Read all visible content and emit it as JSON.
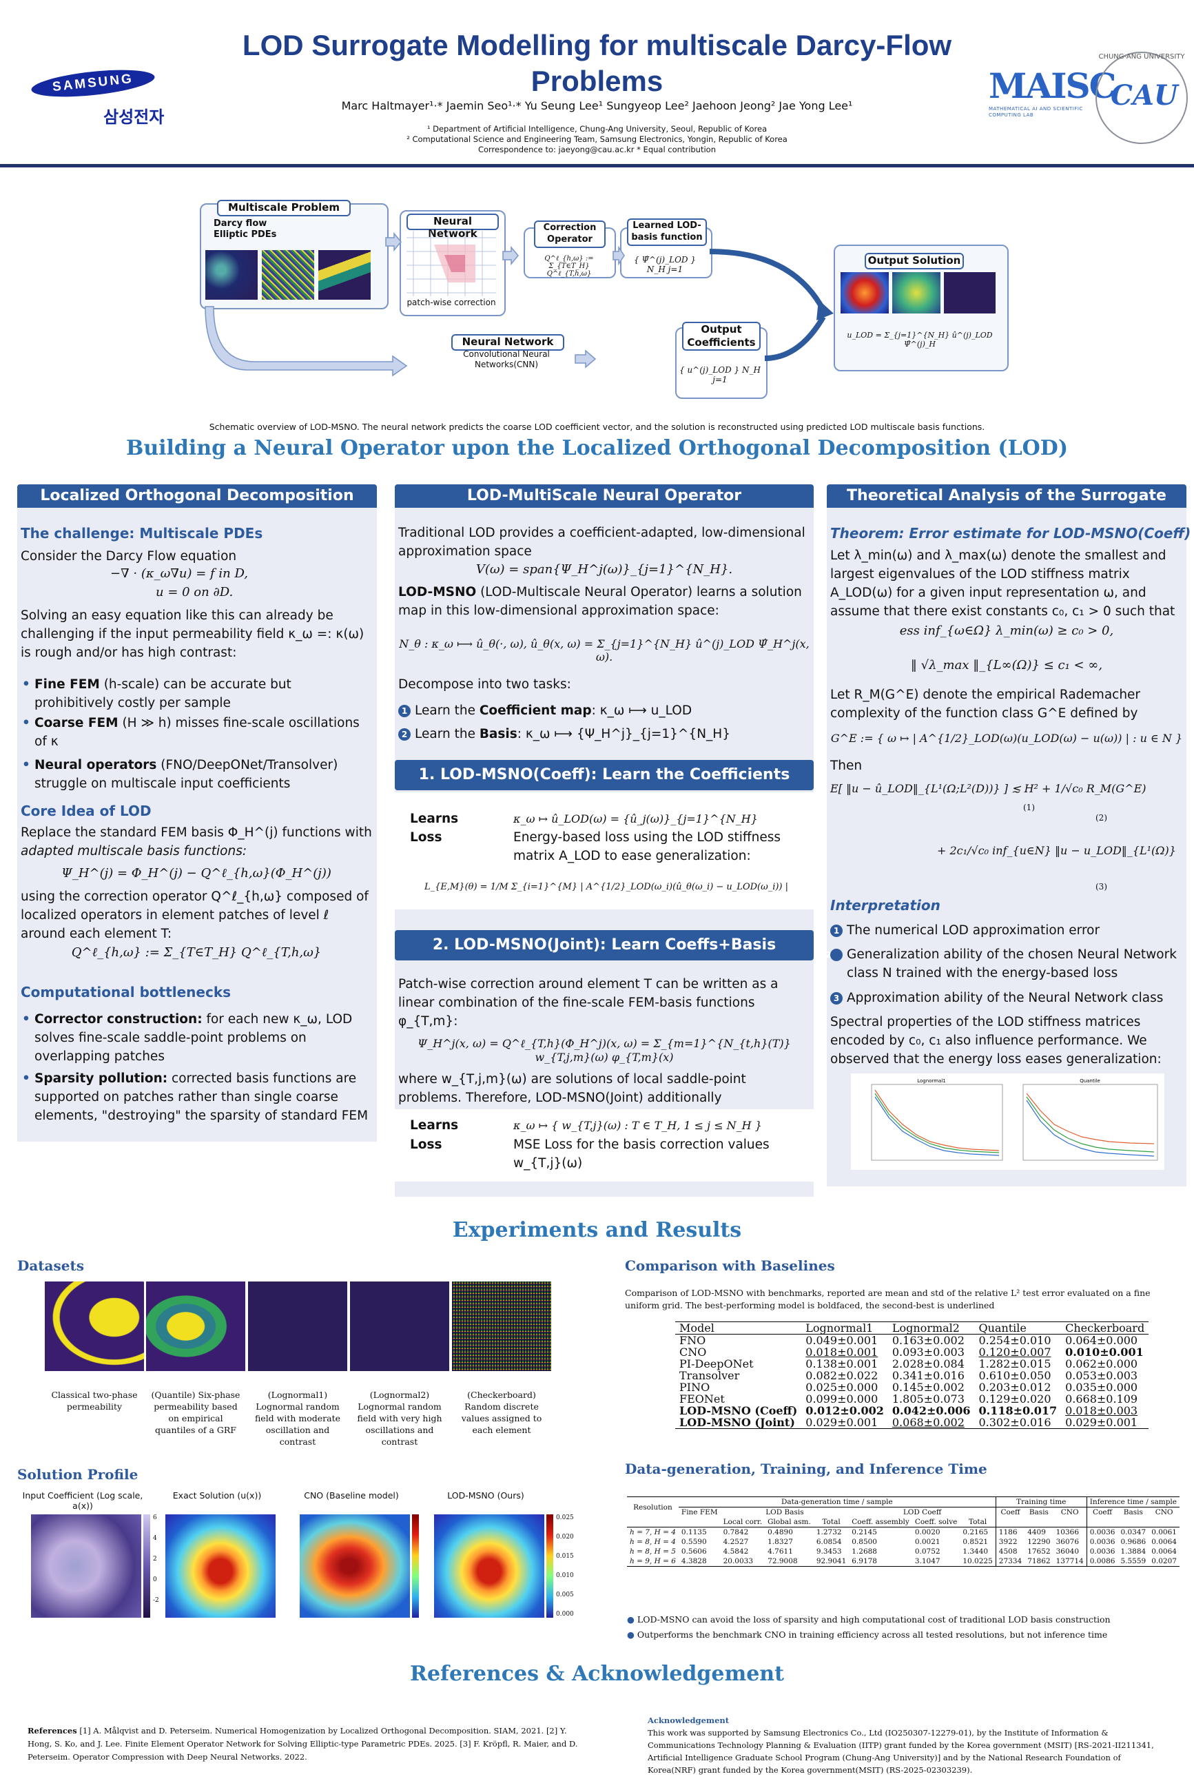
{
  "header": {
    "title": "LOD Surrogate Modelling for multiscale Darcy-Flow Problems",
    "authors": "Marc Haltmayer¹·* Jaemin Seo¹·* Yu Seung Lee¹ Sungyeop Lee² Jaehoon Jeong² Jae Yong Lee¹",
    "affil1": "¹ Department of Artificial Intelligence, Chung-Ang University, Seoul, Republic of Korea",
    "affil2": "² Computational Science and Engineering Team, Samsung Electronics, Yongin, Republic of Korea",
    "affil3": "Correspondence to: jaeyong@cau.ac.kr   * Equal contribution",
    "logo_samsung": "SAMSUNG",
    "logo_samsung_kr": "삼성전자",
    "logo_maisc": "MAISC",
    "logo_maisc_sub": "MATHEMATICAL AI AND SCIENTIFIC COMPUTING LAB",
    "logo_cau": "CAU",
    "logo_cau_ring": "CHUNG-ANG UNIVERSITY"
  },
  "schematic": {
    "multiscale_title": "Multiscale Problem",
    "multiscale_items": [
      "Darcy flow",
      "Elliptic PDEs"
    ],
    "nn_top_title": "Neural Network",
    "nn_top_caption": "patch-wise correction",
    "correction_title": "Correction Operator",
    "correction_formula": "Q^ℓ_{h,ω} := Σ_{T∈T_H} Q^ℓ_{T,h,ω}",
    "learned_title": "Learned LOD-basis function",
    "learned_formula": "{ Ψ̂^(j)_LOD } N_H j=1",
    "output_solution_title": "Output Solution",
    "output_solution_formula": "u_LOD = Σ_{j=1}^{N_H} û^(j)_LOD Ψ̂^(j)_H",
    "nn_bottom_title": "Neural Network",
    "nn_bottom_sub": "Convolutional Neural Networks(CNN)",
    "output_coeff_title": "Output Coefficients",
    "output_coeff_formula": "{ u^(j)_LOD } N_H j=1",
    "caption": "Schematic overview of LOD-MSNO. The neural network predicts the coarse LOD coefficient vector, and the solution is reconstructed using predicted LOD multiscale basis functions."
  },
  "section1_title": "Building a Neural Operator upon the Localized Orthogonal Decomposition (LOD)",
  "col1": {
    "head": "Localized Orthogonal Decomposition",
    "challenge_title": "The challenge: Multiscale PDEs",
    "challenge_intro": "Consider the Darcy Flow equation",
    "eq1": "−∇ · (κ_ω∇u) = f    in D,",
    "eq2": "u = 0    on ∂D.",
    "challenge_text": "Solving an easy equation like this can already be challenging if the input permeability field κ_ω =: κ(ω) is rough and/or has high contrast:",
    "bullets": [
      {
        "bold": "Fine FEM",
        "rest": " (h-scale) can be accurate but prohibitively costly per sample"
      },
      {
        "bold": "Coarse FEM",
        "rest": " (H ≫ h) misses fine-scale oscillations of κ"
      },
      {
        "bold": "Neural operators",
        "rest": " (FNO/DeepONet/Transolver) struggle on multiscale input coefficients"
      }
    ],
    "core_title": "Core Idea of LOD",
    "core_text1": "Replace the standard FEM basis Φ_H^(j) functions with",
    "core_text1b": "adapted multiscale basis functions:",
    "core_eq": "Ψ_H^(j) = Φ_H^(j) − Q^ℓ_{h,ω}(Φ_H^(j))",
    "core_text2": "using the correction operator Q^ℓ_{h,ω} composed of localized operators in element patches of level ℓ around each element T:",
    "core_eq2": "Q^ℓ_{h,ω} := Σ_{T∈T_H} Q^ℓ_{T,h,ω}",
    "bottleneck_title": "Computational bottlenecks",
    "bottlenecks": [
      {
        "bold": "Corrector construction:",
        "rest": " for each new κ_ω, LOD solves fine-scale saddle-point problems on overlapping patches"
      },
      {
        "bold": "Sparsity pollution:",
        "rest": " corrected basis functions are supported on patches rather than single coarse elements, \"destroying\" the sparsity of standard FEM"
      }
    ]
  },
  "col2": {
    "head": "LOD-MultiScale Neural Operator",
    "intro": "Traditional LOD provides a coefficient-adapted, low-dimensional approximation space",
    "eq_space": "V(ω) = span{Ψ_H^j(ω)}_{j=1}^{N_H}.",
    "lodmsno_bold": "LOD-MSNO",
    "lodmsno_text": " (LOD-Multiscale Neural Operator) learns a solution map in this low-dimensional approximation space:",
    "eq_map": "N_θ : κ_ω ⟼ û_θ(·, ω),      û_θ(x, ω) = Σ_{j=1}^{N_H} û^(j)_LOD Ψ̂_H^j(x, ω).",
    "decompose": "Decompose into two tasks:",
    "task1_pre": "Learn the ",
    "task1_bold": "Coefficient map",
    "task1_post": ": κ_ω ⟼ u_LOD",
    "task2_pre": "Learn the ",
    "task2_bold": "Basis",
    "task2_post": ": κ_ω ⟼ {Ψ_H^j}_{j=1}^{N_H}",
    "bar1": "1. LOD-MSNO(Coeff): Learn the Coefficients",
    "learns_label": "Learns",
    "loss_label": "Loss",
    "coeff_learns": "κ_ω ↦ û_LOD(ω) = {û_j(ω)}_{j=1}^{N_H}",
    "coeff_loss": "Energy-based loss using the LOD stiffness matrix A_LOD to ease generalization:",
    "coeff_loss_eq": "L_{E,M}(θ) = 1/M Σ_{i=1}^{M} | A^{1/2}_LOD(ω_i)(û_θ(ω_i) − u_LOD(ω_i)) |",
    "bar2": "2. LOD-MSNO(Joint): Learn Coeffs+Basis",
    "joint_text1": "Patch-wise correction around element T can be written as a linear combination of the fine-scale FEM-basis functions φ_{T,m}:",
    "joint_eq": "Ψ_H^j(x, ω) = Q^ℓ_{T,h}(Φ_H^j)(x, ω) = Σ_{m=1}^{N_{t,h}(T)} w_{T,j,m}(ω) φ_{T,m}(x)",
    "joint_text2": "where w_{T,j,m}(ω) are solutions of local saddle-point problems. Therefore, LOD-MSNO(Joint) additionally",
    "joint_learns": "κ_ω ↦ { w_{T,j}(ω) : T ∈ T_H, 1 ≤ j ≤ N_H }",
    "joint_loss": "MSE Loss for the basis correction values w_{T,j}(ω)"
  },
  "col3": {
    "head": "Theoretical Analysis of the Surrogate",
    "thm_title": "Theorem: Error estimate for LOD-MSNO(Coeff)",
    "thm_text1": "Let λ_min(ω) and λ_max(ω) denote the smallest and largest eigenvalues of the LOD stiffness matrix A_LOD(ω) for a given input representation ω, and assume that there exist constants c₀, c₁ > 0 such that",
    "thm_eq1": "ess inf_{ω∈Ω} λ_min(ω) ≥ c₀ > 0,",
    "thm_eq2": "‖ √λ_max ‖_{L∞(Ω)} ≤ c₁ < ∞,",
    "thm_text2": "Let R_M(G^E) denote the empirical Rademacher complexity of the function class G^E defined by",
    "thm_eq3": "G^E := { ω ↦ | A^{1/2}_LOD(ω)(u_LOD(ω) − u(ω)) | : u ∈ N }",
    "thm_then": "Then",
    "thm_eq4": "E[ ‖u − û_LOD‖_{L¹(Ω;L²(D))} ] ≲ H²  +  1/√c₀ R_M(G^E)",
    "thm_eq5": "+ 2c₁/√c₀ inf_{u∈N} ‖u − u_LOD‖_{L¹(Ω)}",
    "brace1": "(1)",
    "brace2": "(2)",
    "brace3": "(3)",
    "interp_title": "Interpretation",
    "interp": [
      "The numerical LOD approximation error",
      "Generalization ability of the chosen Neural Network class N trained with the energy-based loss",
      "Approximation ability of the Neural Network class"
    ],
    "spectral_text": "Spectral properties of the LOD stiffness matrices encoded by c₀, c₁ also influence performance. We observed that the energy loss eases generalization:",
    "mini_plot1_title": "Lognormal1",
    "mini_plot2_title": "Quantile"
  },
  "section2_title": "Experiments and Results",
  "datasets": {
    "title": "Datasets",
    "captions": [
      "Classical two-phase permeability",
      "(Quantile) Six-phase permeability based on empirical quantiles of a GRF",
      "(Lognormal1) Lognormal random field with moderate oscillation and contrast",
      "(Lognormal2) Lognormal random field with very high oscillations and contrast",
      "(Checkerboard) Random discrete values assigned to each element"
    ]
  },
  "profile": {
    "title": "Solution Profile",
    "labels": [
      "Input Coefficient (Log scale, a(x))",
      "Exact Solution (u(x))",
      "CNO (Baseline model)",
      "LOD-MSNO (Ours)"
    ],
    "cbar1": [
      "6",
      "4",
      "2",
      "0",
      "-2"
    ],
    "cbar2": [
      "0.025",
      "0.020",
      "0.015",
      "0.010",
      "0.005",
      "0.000"
    ]
  },
  "comparison": {
    "title": "Comparison with Baselines",
    "caption": "Comparison of LOD-MSNO with benchmarks, reported are mean and std of the relative L² test error evaluated on a fine uniform grid. The best-performing model is boldfaced, the second-best is underlined",
    "columns": [
      "Model",
      "Lognormal1",
      "Lognormal2",
      "Quantile",
      "Checkerboard"
    ],
    "rows": [
      [
        "FNO",
        "0.049±0.001",
        "0.163±0.002",
        "0.254±0.010",
        "0.064±0.000"
      ],
      [
        "CNO",
        "0.018±0.001",
        "0.093±0.003",
        "0.120±0.007",
        "0.010±0.001"
      ],
      [
        "PI-DeepONet",
        "0.138±0.001",
        "2.028±0.084",
        "1.282±0.015",
        "0.062±0.000"
      ],
      [
        "Transolver",
        "0.082±0.022",
        "0.341±0.016",
        "0.610±0.050",
        "0.053±0.003"
      ],
      [
        "PINO",
        "0.025±0.000",
        "0.145±0.002",
        "0.203±0.012",
        "0.035±0.000"
      ],
      [
        "FEONet",
        "0.099±0.000",
        "1.805±0.073",
        "0.129±0.020",
        "0.668±0.109"
      ],
      [
        "LOD-MSNO (Coeff)",
        "0.012±0.002",
        "0.042±0.006",
        "0.118±0.017",
        "0.018±0.003"
      ],
      [
        "LOD-MSNO (Joint)",
        "0.029±0.001",
        "0.068±0.002",
        "0.302±0.016",
        "0.029±0.001"
      ]
    ]
  },
  "timing": {
    "title": "Data-generation, Training, and Inference Time",
    "h_resolution": "Resolution",
    "h_datagen": "Data-generation time / sample",
    "h_training": "Training time",
    "h_inference": "Inference time / sample",
    "h_finefem": "Fine FEM",
    "h_lodbasis": "LOD Basis",
    "h_lodcoeff": "LOD Coeff",
    "h_sub": [
      "Local corr.",
      "Global asm.",
      "Total",
      "Coeff. assembly",
      "Coeff. solve",
      "Total"
    ],
    "h_train_sub": [
      "Coeff",
      "Basis",
      "CNO"
    ],
    "h_inf_sub": [
      "Coeff",
      "Basis",
      "CNO"
    ],
    "rows": [
      [
        "h = 7, H = 4",
        "0.1135",
        "0.7842",
        "0.4890",
        "1.2732",
        "0.2145",
        "0.0020",
        "0.2165",
        "1186",
        "4409",
        "10366",
        "0.0036",
        "0.0347",
        "0.0061"
      ],
      [
        "h = 8, H = 4",
        "0.5590",
        "4.2527",
        "1.8327",
        "6.0854",
        "0.8500",
        "0.0021",
        "0.8521",
        "3922",
        "12290",
        "36076",
        "0.0036",
        "0.9686",
        "0.0064"
      ],
      [
        "h = 8, H = 5",
        "0.5606",
        "4.5842",
        "4.7611",
        "9.3453",
        "1.2688",
        "0.0752",
        "1.3440",
        "4508",
        "17652",
        "36040",
        "0.0036",
        "1.3884",
        "0.0064"
      ],
      [
        "h = 9, H = 6",
        "4.3828",
        "20.0033",
        "72.9008",
        "92.9041",
        "6.9178",
        "3.1047",
        "10.0225",
        "27334",
        "71862",
        "137714",
        "0.0086",
        "5.5559",
        "0.0207"
      ]
    ],
    "bullets": [
      "LOD-MSNO can avoid the loss of sparsity and high computational cost of traditional LOD basis construction",
      "Outperforms the benchmark CNO in training efficiency across all tested resolutions, but not inference time"
    ]
  },
  "section3_title": "References & Acknowledgement",
  "references": {
    "label": "References",
    "text": "[1] A. Målqvist and D. Peterseim. Numerical Homogenization by Localized Orthogonal Decomposition. SIAM, 2021.   [2] Y. Hong, S. Ko, and J. Lee. Finite Element Operator Network for Solving Elliptic-type Parametric PDEs. 2025.   [3] F. Kröpfl, R. Maier, and D. Peterseim. Operator Compression with Deep Neural Networks. 2022."
  },
  "acknowledgement": {
    "title": "Acknowledgement",
    "text": "This work was supported by Samsung Electronics Co., Ltd (IO250307-12279-01), by the Institute of Information & Communications Technology Planning & Evaluation (IITP) grant funded by the Korea government (MSIT) [RS-2021-II211341, Artificial Intelligence Graduate School Program (Chung-Ang University)] and by the National Research Foundation of Korea(NRF) grant funded by the Korea government(MSIT) (RS-2025-02303239)."
  },
  "colors": {
    "primary": "#2d5a9c",
    "heading": "#2f78b7",
    "title": "#1f3f8a",
    "panel": "#e9ecf4"
  }
}
